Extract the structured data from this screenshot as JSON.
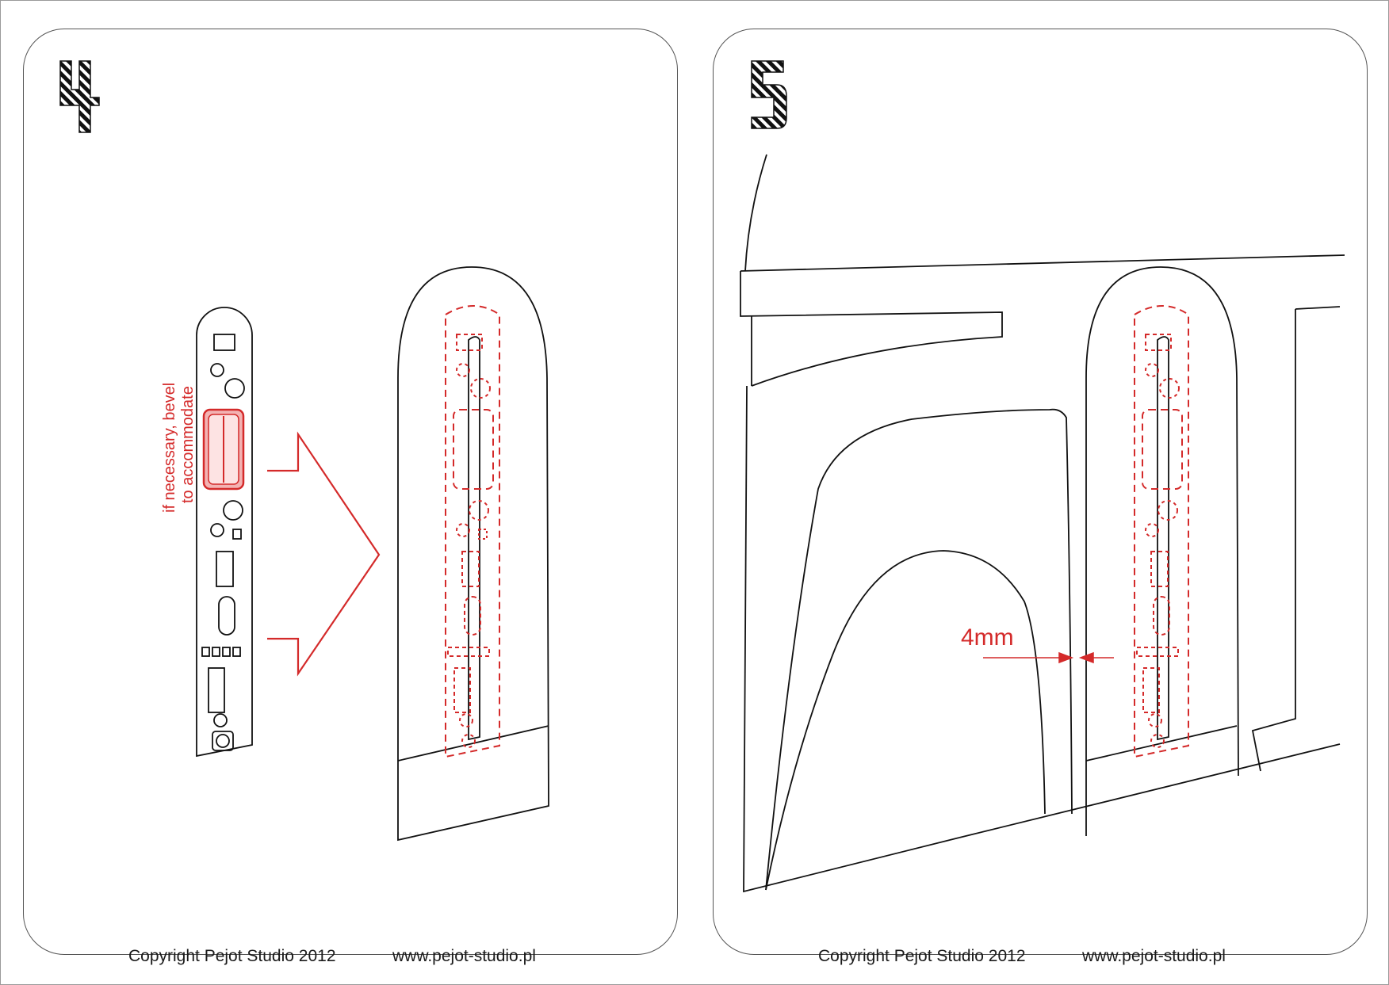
{
  "steps": [
    {
      "number": "4",
      "annotation_line1": "if necessary, bevel",
      "annotation_line2": "to accommodate",
      "footer_copyright": "Copyright Pejot Studio 2012",
      "footer_url": "www.pejot-studio.pl"
    },
    {
      "number": "5",
      "dimension_label": "4mm",
      "footer_copyright": "Copyright Pejot Studio 2012",
      "footer_url": "www.pejot-studio.pl"
    }
  ],
  "colors": {
    "line": "#111111",
    "accent_red": "#d42a2a",
    "frame": "#555555"
  }
}
